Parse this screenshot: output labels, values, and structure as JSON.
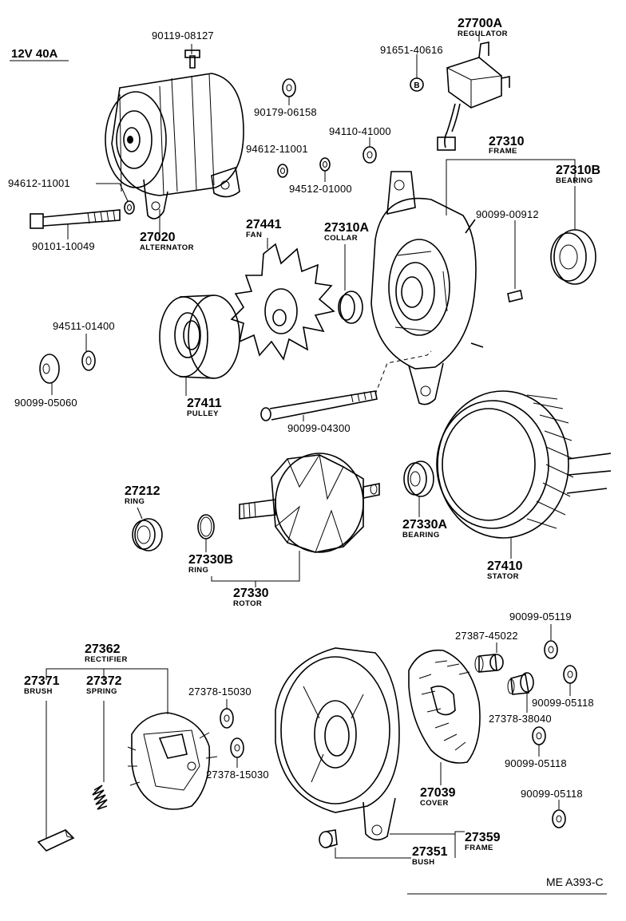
{
  "title": "12V 40A",
  "footer_code": "ME A393-C",
  "parts": {
    "p90119_08127": "90119-08127",
    "p90179_06158": "90179-06158",
    "p94110_41000": "94110-41000",
    "p94612_11001a": "94612-11001",
    "p94612_11001b": "94612-11001",
    "p94512_01000": "94512-01000",
    "p90101_10049": "90101-10049",
    "p27020": "27020",
    "p27020_name": "ALTERNATOR",
    "p91651_40616": "91651-40616",
    "p27700A": "27700A",
    "p27700A_name": "REGULATOR",
    "p27310": "27310",
    "p27310_name": "FRAME",
    "p27310B": "27310B",
    "p27310B_name": "BEARING",
    "p90099_00912": "90099-00912",
    "p27441": "27441",
    "p27441_name": "FAN",
    "p27310A": "27310A",
    "p27310A_name": "COLLAR",
    "p94511_01400": "94511-01400",
    "p90099_05060": "90099-05060",
    "p27411": "27411",
    "p27411_name": "PULLEY",
    "p90099_04300": "90099-04300",
    "p27212": "27212",
    "p27212_name": "RING",
    "p27330B": "27330B",
    "p27330B_name": "RING",
    "p27330": "27330",
    "p27330_name": "ROTOR",
    "p27330A": "27330A",
    "p27330A_name": "BEARING",
    "p27410": "27410",
    "p27410_name": "STATOR",
    "p90099_05119": "90099-05119",
    "p27387_45022": "27387-45022",
    "p27362": "27362",
    "p27362_name": "RECTIFIER",
    "p27371": "27371",
    "p27371_name": "BRUSH",
    "p27372": "27372",
    "p27372_name": "SPRING",
    "p27378_15030a": "27378-15030",
    "p27378_15030b": "27378-15030",
    "p90099_05118a": "90099-05118",
    "p27378_38040": "27378-38040",
    "p90099_05118b": "90099-05118",
    "p90099_05118c": "90099-05118",
    "p27039": "27039",
    "p27039_name": "COVER",
    "p27359": "27359",
    "p27359_name": "FRAME",
    "p27351": "27351",
    "p27351_name": "BUSH"
  }
}
